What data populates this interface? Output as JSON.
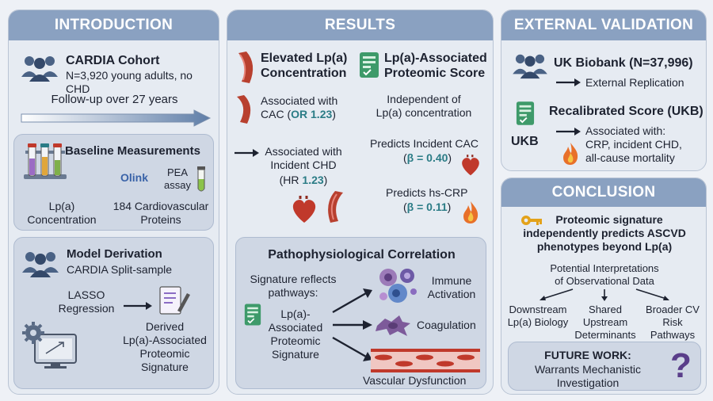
{
  "introduction": {
    "header": "INTRODUCTION",
    "cohort_title": "CARDIA Cohort",
    "cohort_desc": "N=3,920 young adults, no CHD",
    "followup": "Follow-up over 27 years",
    "baseline": {
      "title": "Baseline Measurements",
      "olink": "Olink",
      "pea_assay": "PEA\nassay",
      "lpa_conc": "Lp(a)\nConcentration",
      "proteins": "184 Cardiovascular\nProteins"
    },
    "model": {
      "title": "Model Derivation",
      "subtitle": "CARDIA Split-sample",
      "lasso": "LASSO\nRegression",
      "derived": "Derived\nLp(a)-Associated\nProteomic\nSignature"
    }
  },
  "results": {
    "header": "RESULTS",
    "left_title": "Elevated Lp(a)\nConcentration",
    "right_title": "Lp(a)-Associated\nProteomic Score",
    "cac_prefix": "Associated with\nCAC (",
    "cac_value": "OR 1.23",
    "cac_suffix": ")",
    "chd_text": "Associated with\nIncident CHD",
    "chd_hr_prefix": "(HR ",
    "chd_hr_value": "1.23",
    "chd_hr_suffix": ")",
    "independent": "Independent of\nLp(a) concentration",
    "predicts_cac": "Predicts Incident CAC",
    "beta_cac_prefix": "(",
    "beta_cac_value": "β = 0.40",
    "beta_cac_suffix": ")",
    "predicts_crp": "Predicts hs-CRP",
    "beta_crp_prefix": "(",
    "beta_crp_value": "β = 0.11",
    "beta_crp_suffix": ")",
    "patho": {
      "title": "Pathophysiological Correlation",
      "reflects": "Signature reflects\npathways:",
      "signature": "Lp(a)-\nAssociated\nProteomic\nSignature",
      "immune": "Immune\nActivation",
      "coag": "Coagulation",
      "vascular": "Vascular Dysfunction"
    }
  },
  "external": {
    "header": "EXTERNAL VALIDATION",
    "ukb_title": "UK Biobank (N=37,996)",
    "replication": "External Replication",
    "recal_title": "Recalibrated Score (UKB)",
    "ukb_label": "UKB",
    "assoc_text": "Associated with:\nCRP, incident CHD,\nall-cause mortality"
  },
  "conclusion": {
    "header": "CONCLUSION",
    "main": "Proteomic signature\nindependently predicts ASCVD\nphenotypes beyond Lp(a)",
    "interp": "Potential Interpretations\nof Observational Data",
    "b1": "Downstream\nLp(a) Biology",
    "b2": "Shared\nUpstream\nDeterminants",
    "b3": "Broader CV\nRisk\nPathways",
    "future_title": "FUTURE WORK:",
    "future_text": "Warrants Mechanistic\nInvestigation",
    "qmark": "?"
  },
  "colors": {
    "header": "#8aa1c1",
    "teal": "#2b7c86",
    "artery": "#b8402f",
    "heart": "#c0392b",
    "flame": "#e8702a",
    "doc_green": "#3e9a6a"
  }
}
